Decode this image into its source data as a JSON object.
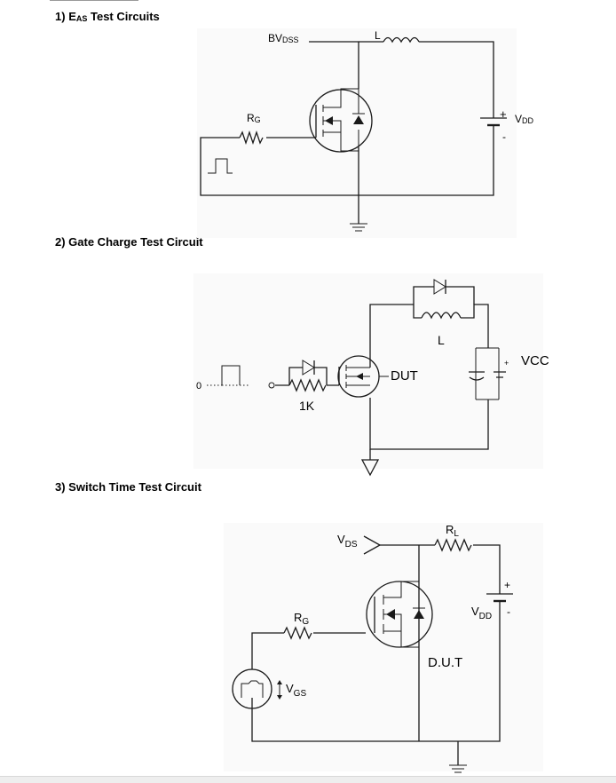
{
  "sections": [
    {
      "number": "1)",
      "title_prefix": "E",
      "title_sub": "AS",
      "title_rest": " Test Circuits"
    },
    {
      "title": "2) Gate Charge Test Circuit"
    },
    {
      "title": "3) Switch Time Test Circuit"
    }
  ],
  "circuit1": {
    "bvdss_main": "BV",
    "bvdss_sub": "DSS",
    "inductor_label": "L",
    "resistor_main": "R",
    "resistor_sub": "G",
    "supply_plus": "+",
    "supply_main": "V",
    "supply_sub": "DD",
    "supply_minus": "-"
  },
  "circuit2": {
    "input_node": "0",
    "resistor_label": "1K",
    "dut_label": "DUT",
    "inductor_label": "L",
    "supply_label": "VCC",
    "supply_plus": "+"
  },
  "circuit3": {
    "vds_main": "V",
    "vds_sub": "DS",
    "rl_main": "R",
    "rl_sub": "L",
    "rg_main": "R",
    "rg_sub": "G",
    "vgs_main": "V",
    "vgs_sub": "GS",
    "supply_plus": "+",
    "supply_main": "V",
    "supply_sub": "DD",
    "supply_minus": "-",
    "dut_label": "D.U.T"
  }
}
